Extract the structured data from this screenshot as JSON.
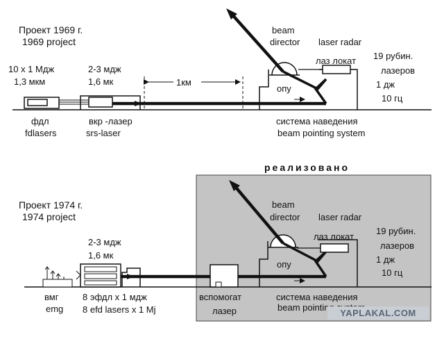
{
  "top": {
    "project_ru": "Проект 1969 г.",
    "project_en": "1969 project",
    "fdl_params_1": "10 x  1 Мдж",
    "fdl_params_2": "1,3 мкм",
    "srs_params_1": "2-3 мдж",
    "srs_params_2": "1,6 мк",
    "distance": "1км",
    "beam_director_1": "beam",
    "beam_director_2": "director",
    "laser_radar": "laser radar",
    "laz_lokat": "лаз локат",
    "opu": "опу",
    "ruby_1": "19 рубин.",
    "ruby_2": "лазеров",
    "ruby_3": "1 дж",
    "ruby_4": "10 гц",
    "fdl_ru": "фдл",
    "fdl_en": "fdlasers",
    "srs_ru": "вкр  -лазер",
    "srs_en": "srs-laser",
    "pointing_ru": "система наведения",
    "pointing_en": "beam pointing system"
  },
  "bottom": {
    "implemented": "реализовано",
    "project_ru": "Проект 1974 г.",
    "project_en": "1974 project",
    "srs_params_1": "2-3 мдж",
    "srs_params_2": "1,6 мк",
    "beam_director_1": "beam",
    "beam_director_2": "director",
    "laser_radar": "laser radar",
    "laz_lokat": "лаз локат",
    "opu": "опу",
    "ruby_1": "19 рубин.",
    "ruby_2": "лазеров",
    "ruby_3": "1 дж",
    "ruby_4": "10 гц",
    "vmg_ru": "вмг",
    "vmg_en": "emg",
    "efdl_ru": "8 эфдл x 1 мдж",
    "efdl_en": "8 efd lasers x 1 Mj",
    "aux_1": "вспомогат",
    "aux_2": "лазер",
    "pointing_ru": "система наведения",
    "pointing_en": "beam pointing system"
  },
  "watermark": "YAPLAKAL.COM"
}
